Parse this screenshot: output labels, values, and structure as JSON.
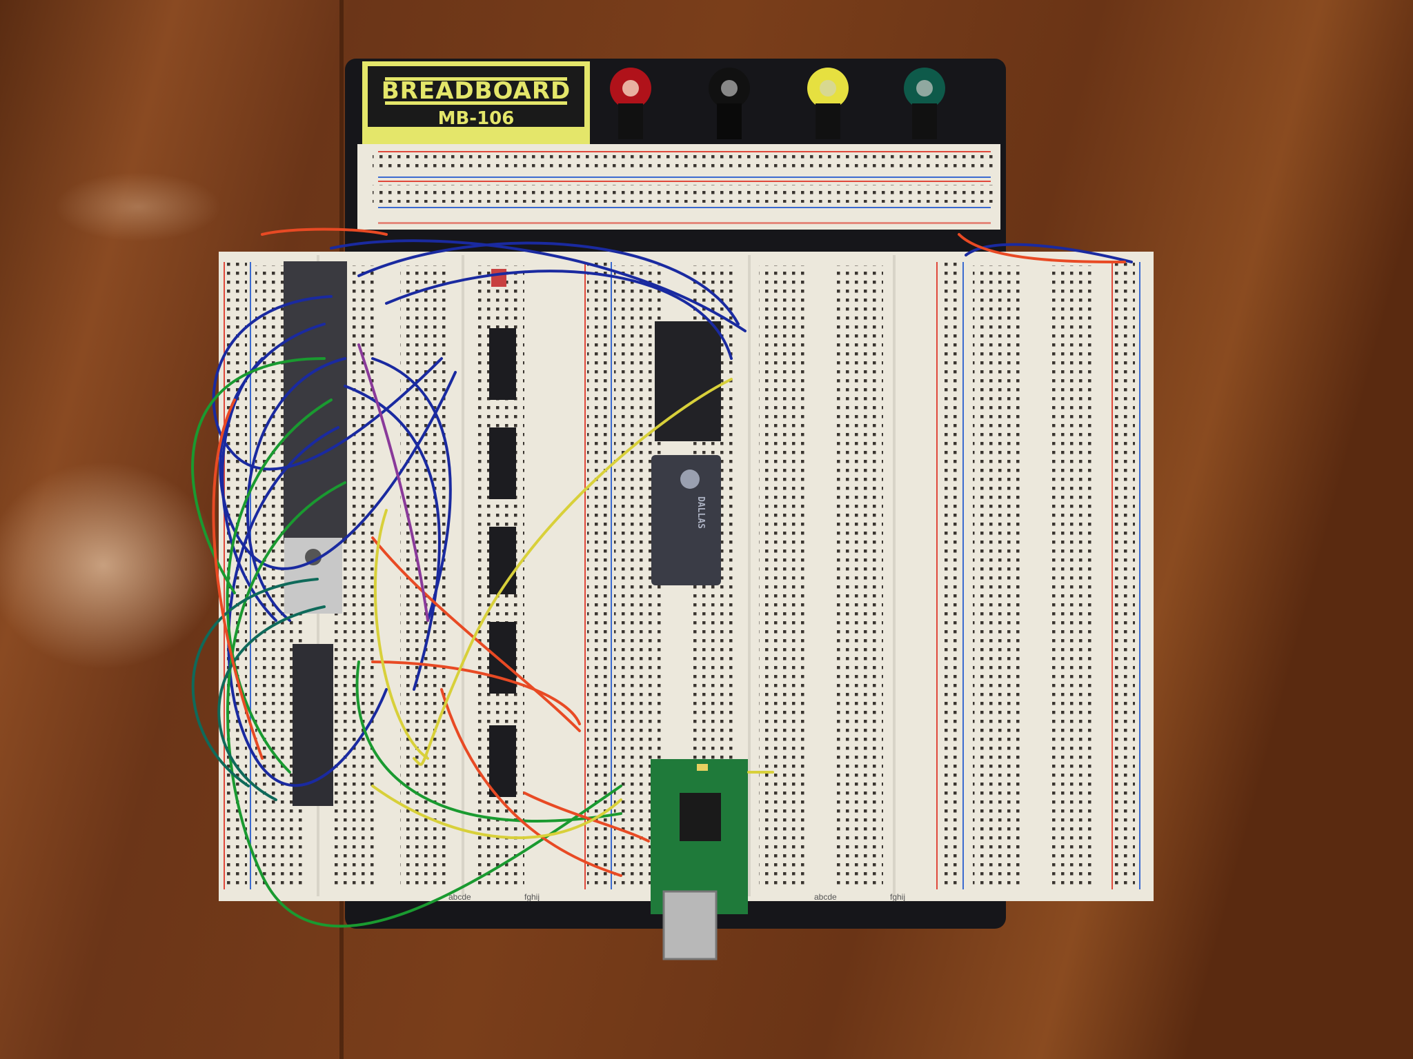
{
  "label": {
    "title": "BREADBOARD",
    "model": "MB-106"
  },
  "chips": {
    "rtc_brand": "DALLAS"
  },
  "columns": {
    "left": "abcde",
    "right": "fghij"
  },
  "colors": {
    "wood": "#6a3618",
    "base": "#16161a",
    "label_yellow": "#e4e66a",
    "board": "#ece8dc",
    "rail_red": "#e0483a",
    "rail_blue": "#3a6ad0",
    "post_red": "#b0121a",
    "post_black": "#111111",
    "post_yellow": "#e6e040",
    "post_green": "#0e5a4a",
    "module_green": "#1f7a3a"
  }
}
